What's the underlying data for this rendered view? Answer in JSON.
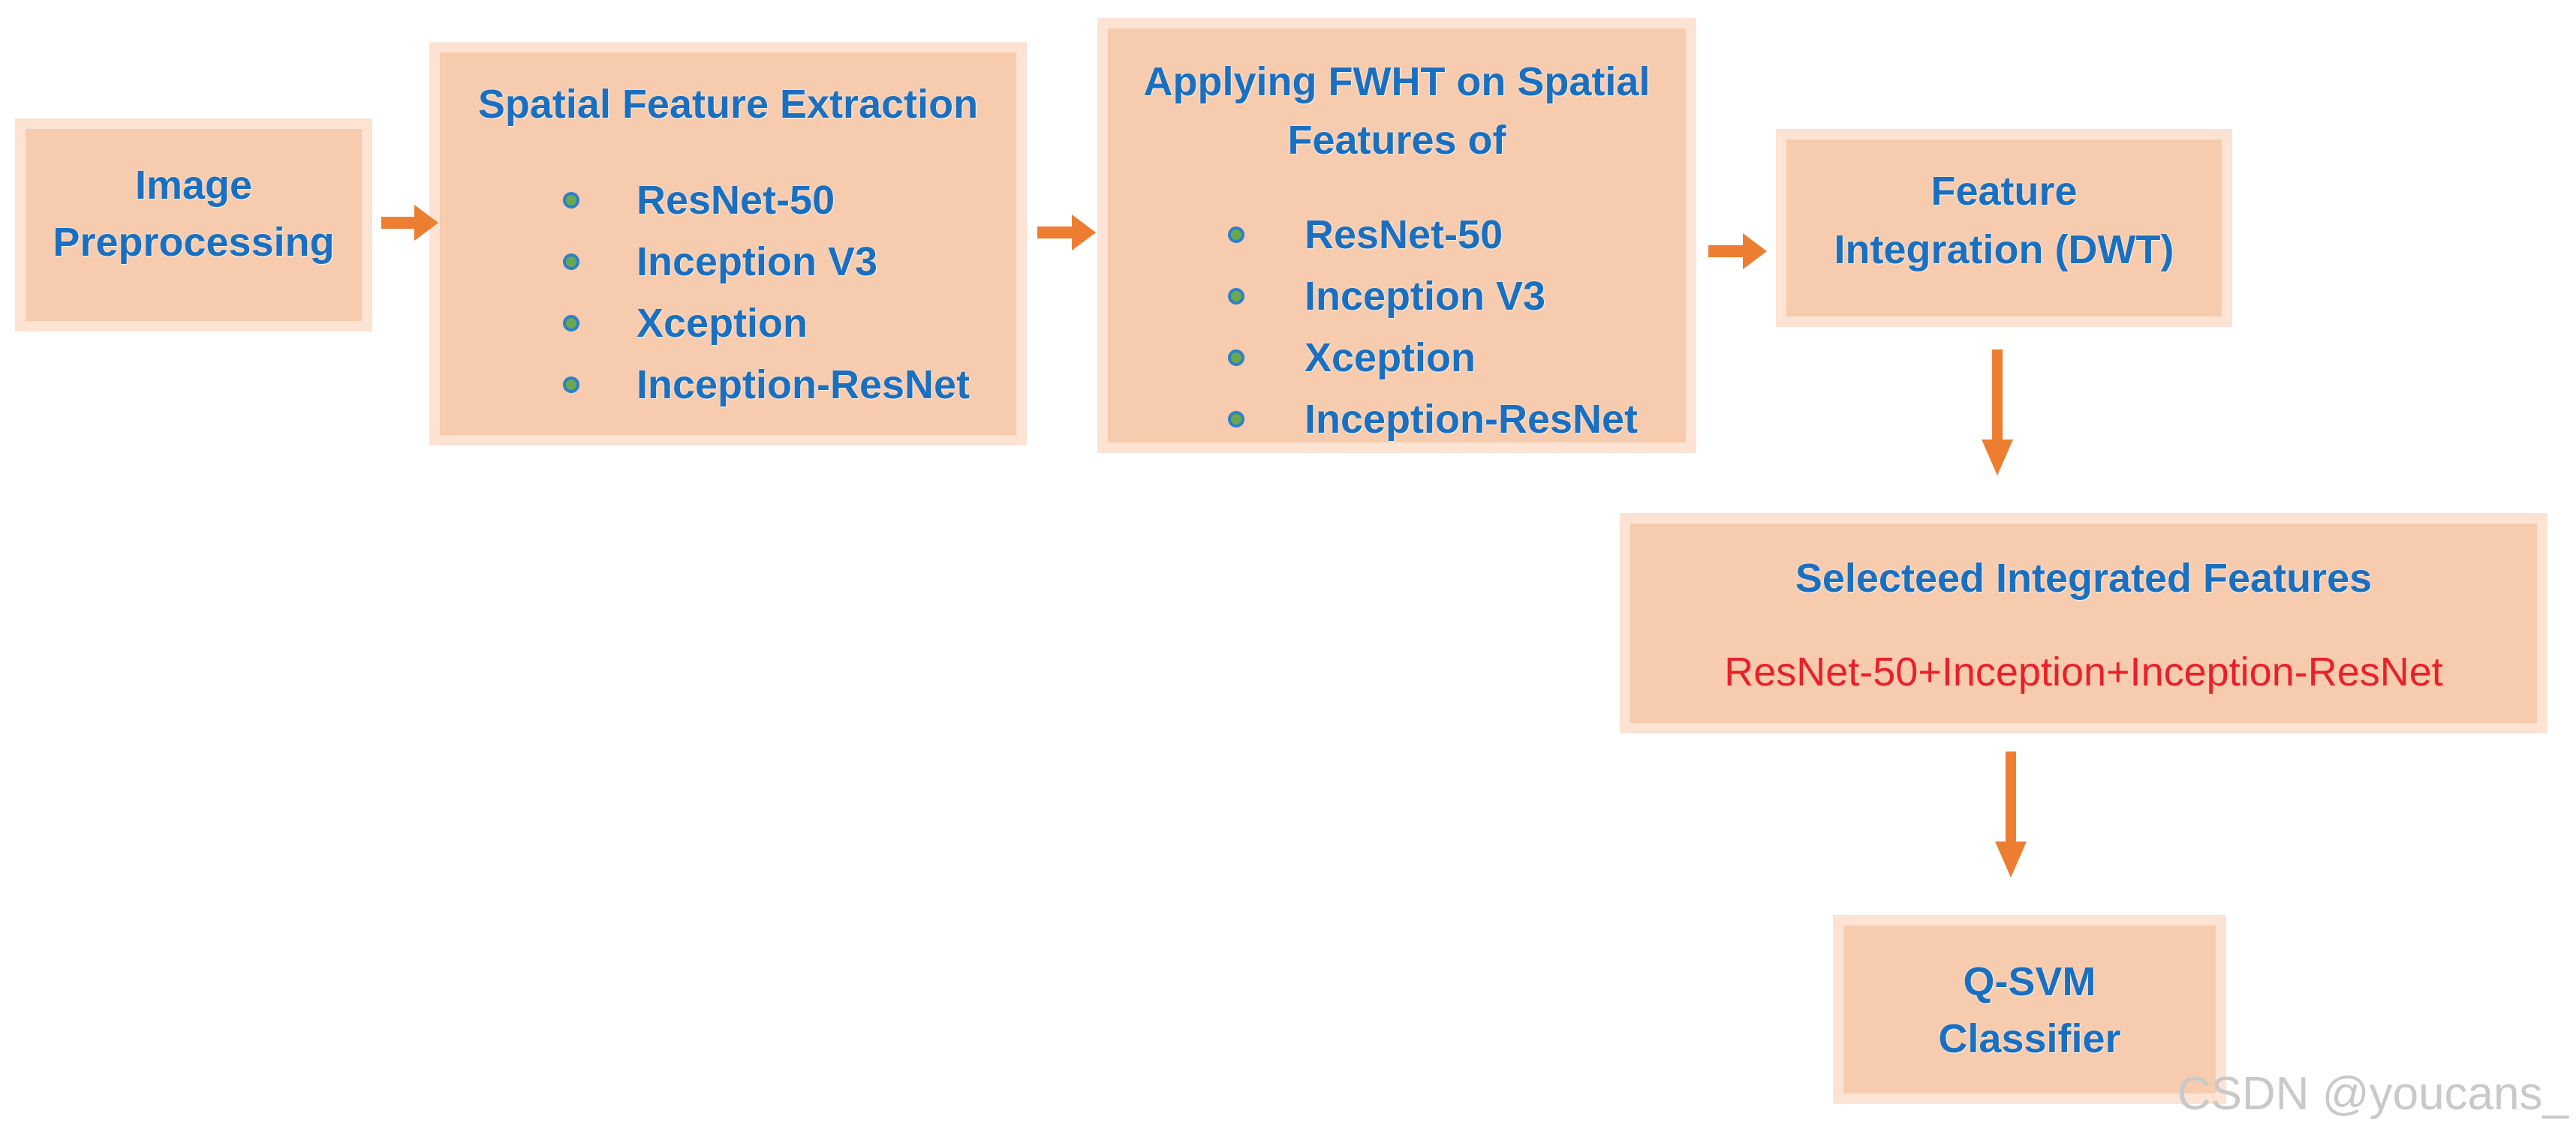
{
  "diagram": {
    "box1": {
      "lines": [
        "Image",
        "Preprocessing"
      ]
    },
    "box2": {
      "title": "Spatial Feature Extraction",
      "items": [
        "ResNet-50",
        "Inception V3",
        "Xception",
        "Inception-ResNet"
      ]
    },
    "box3": {
      "title_lines": [
        "Applying FWHT on Spatial",
        "Features of"
      ],
      "items": [
        "ResNet-50",
        "Inception V3",
        "Xception",
        "Inception-ResNet"
      ]
    },
    "box4": {
      "lines": [
        "Feature",
        "Integration (DWT)"
      ]
    },
    "box5": {
      "title": "Selecteed Integrated Features",
      "subtitle": "ResNet-50+Inception+Inception-ResNet"
    },
    "box6": {
      "lines": [
        "Q-SVM",
        "Classifier"
      ]
    }
  },
  "watermark": "CSDN @youcans_",
  "colors": {
    "box_fill": "#f7cbad",
    "box_border": "#fce3d3",
    "title_text": "#1a6fc0",
    "highlight_text": "#e8202a",
    "arrow": "#ed7d31",
    "bullet_fill": "#6aa84f"
  }
}
